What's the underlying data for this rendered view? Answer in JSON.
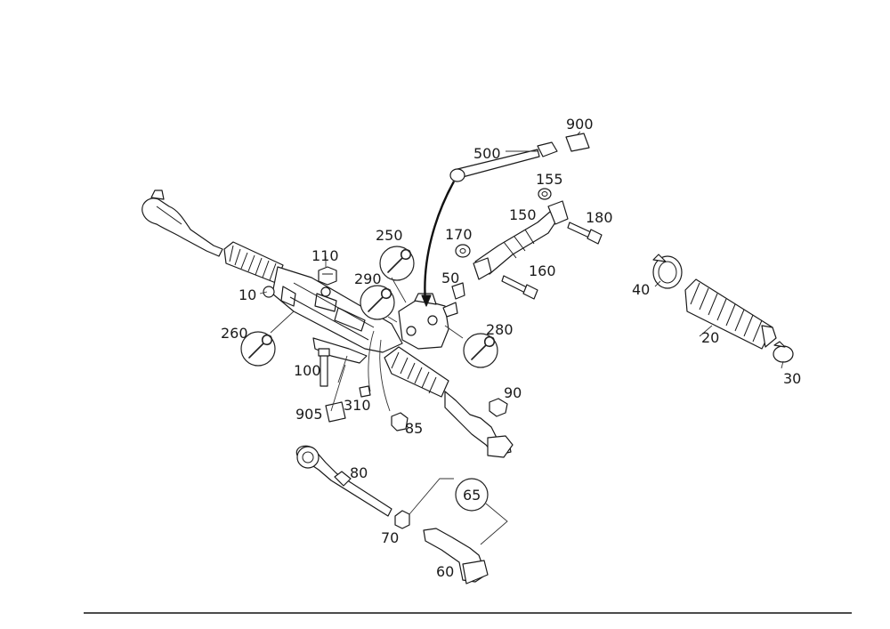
{
  "diagram": {
    "callouts": {
      "c10": "10",
      "c20": "20",
      "c30": "30",
      "c40": "40",
      "c50": "50",
      "c60": "60",
      "c65": "65",
      "c70": "70",
      "c80": "80",
      "c85": "85",
      "c90": "90",
      "c100": "100",
      "c110": "110",
      "c150": "150",
      "c155": "155",
      "c160": "160",
      "c170": "170",
      "c180": "180",
      "c250": "250",
      "c260": "260",
      "c280": "280",
      "c290": "290",
      "c310": "310",
      "c500": "500",
      "c900": "900",
      "c905": "905"
    },
    "symbols": {
      "s250": "wrench-icon",
      "s260": "wrench-icon",
      "s280": "wrench-icon",
      "s290": "wrench-icon"
    }
  }
}
